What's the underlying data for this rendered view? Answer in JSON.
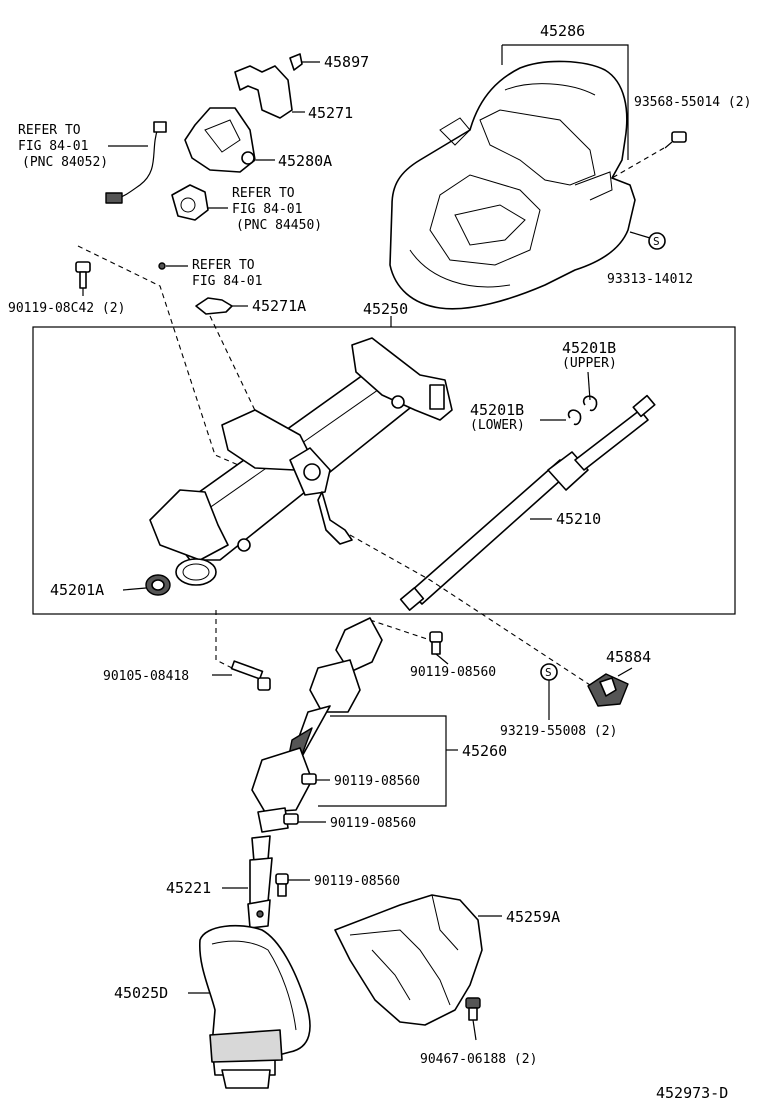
{
  "diagram_id": "452973-D",
  "labels": {
    "p45286": "45286",
    "p45897": "45897",
    "p45271": "45271",
    "p45280a": "45280A",
    "p93568": "93568-55014 (2)",
    "p93313": "93313-14012",
    "p90119_08c42": "90119-08C42 (2)",
    "p45271a": "45271A",
    "p45250": "45250",
    "p45201b_upper": "45201B",
    "upper_note": "(UPPER)",
    "p45201b_lower": "45201B",
    "lower_note": "(LOWER)",
    "p45210": "45210",
    "p45201a": "45201A",
    "p90105": "90105-08418",
    "p90119_08560_a": "90119-08560",
    "p45884": "45884",
    "p93219": "93219-55008 (2)",
    "p45260": "45260",
    "p90119_08560_b": "90119-08560",
    "p90119_08560_c": "90119-08560",
    "p45221": "45221",
    "p90119_08560_d": "90119-08560",
    "p45259a": "45259A",
    "p45025d": "45025D",
    "p90467": "90467-06188 (2)",
    "ref1_l1": "REFER TO",
    "ref1_l2": "FIG 84-01",
    "ref1_l3": "(PNC 84052)",
    "ref2_l1": "REFER TO",
    "ref2_l2": "FIG 84-01",
    "ref2_l3": "(PNC 84450)",
    "ref3_l1": "REFER TO",
    "ref3_l2": "FIG 84-01"
  },
  "symbols": {
    "s_mark": "S"
  }
}
